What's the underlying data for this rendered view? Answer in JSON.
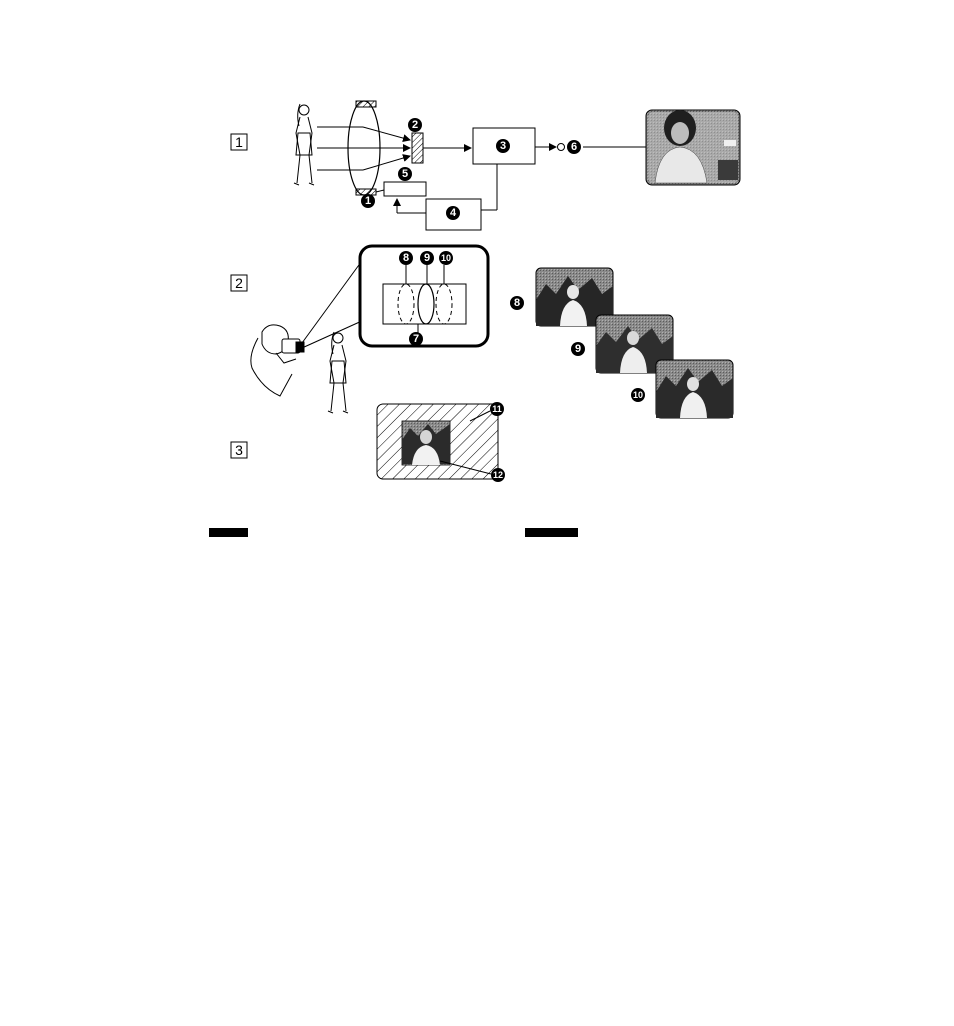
{
  "sections": [
    "1",
    "2",
    "3"
  ],
  "callouts": {
    "c1": "1",
    "c2": "2",
    "c3": "3",
    "c4": "4",
    "c5": "5",
    "c6": "6",
    "c7": "7",
    "c8": "8",
    "c9": "9",
    "c10": "10",
    "c11": "11",
    "c12": "12"
  },
  "colors": {
    "ink": "#000000",
    "photo_dark": "#2a2a2a",
    "photo_mid": "#6f6f6f",
    "photo_light": "#d6d6d6"
  }
}
